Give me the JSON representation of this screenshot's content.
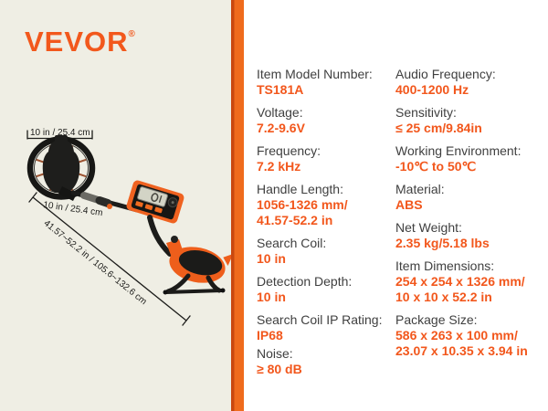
{
  "brand": {
    "name": "VEVOR",
    "registered": "®"
  },
  "colors": {
    "accent_orange": "#F2581C",
    "divider_orange": "#EF6B1D",
    "divider_dark_edge": "#C9480F",
    "panel_bg_beige": "#EFEEE4",
    "panel_bg_white": "#FFFFFF",
    "label_text": "#3F3F3F",
    "annotation_text": "#1C1C1A"
  },
  "annotations": {
    "coil_top": "10 in / 25.4 cm",
    "coil_bottom": "10 in / 25.4 cm",
    "handle_length": "41.57~52.2 in / 105.6~132.6 cm"
  },
  "specs": {
    "left": [
      {
        "label": "Item Model Number:",
        "value": "TS181A"
      },
      {
        "label": "Voltage:",
        "value": "7.2-9.6V"
      },
      {
        "label": "Frequency:",
        "value": "7.2 kHz"
      },
      {
        "label": "Handle Length:",
        "value": "1056-1326 mm/\n41.57-52.2 in"
      },
      {
        "label": "Search Coil:",
        "value": "10 in"
      },
      {
        "label": "Detection Depth:",
        "value": "10 in"
      },
      {
        "label": "Search Coil IP Rating:",
        "value": "IP68"
      },
      {
        "label": "Noise:",
        "value": "≥ 80 dB"
      }
    ],
    "right": [
      {
        "label": "Audio Frequency:",
        "value": "400-1200 Hz"
      },
      {
        "label": "Sensitivity:",
        "value": "≤ 25 cm/9.84in"
      },
      {
        "label": "Working Environment:",
        "value": "-10℃ to 50℃"
      },
      {
        "label": "Material:",
        "value": "ABS"
      },
      {
        "label": "Net Weight:",
        "value": "2.35 kg/5.18 lbs"
      },
      {
        "label": "Item Dimensions:",
        "value": "254 x 254 x 1326 mm/\n10 x 10 x 52.2 in"
      },
      {
        "label": "Package Size:",
        "value": "586 x 263 x 100 mm/\n23.07 x 10.35 x 3.94 in"
      }
    ]
  }
}
